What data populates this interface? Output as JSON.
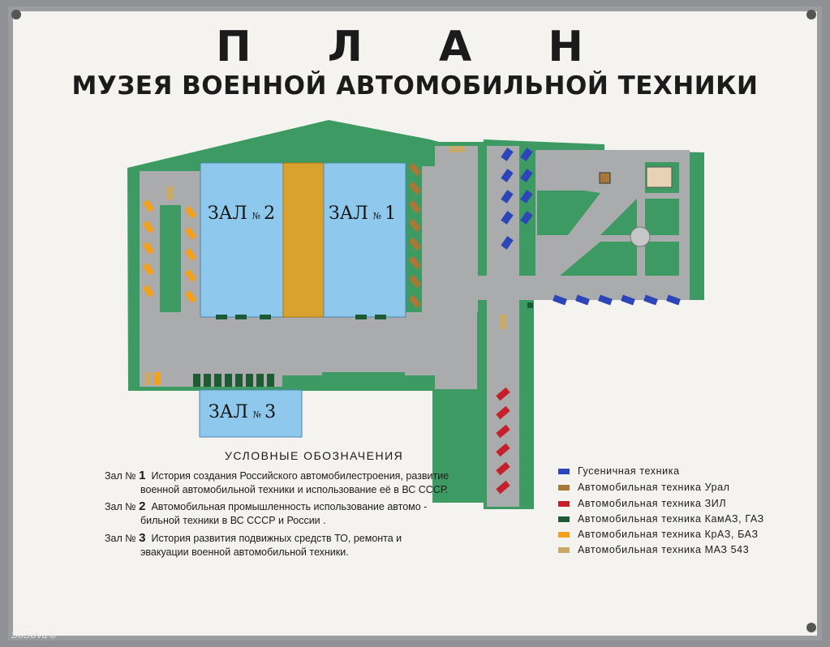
{
  "title": "П Л А Н",
  "subtitle": "МУЗЕЯ ВОЕННОЙ АВТОМОБИЛЬНОЙ ТЕХНИКИ",
  "halls": [
    {
      "label": "ЗАЛ",
      "num_sign": "№",
      "number": "2"
    },
    {
      "label": "ЗАЛ",
      "num_sign": "№",
      "number": "1"
    },
    {
      "label": "ЗАЛ",
      "num_sign": "№",
      "number": "3"
    }
  ],
  "legend": {
    "title": "УСЛОВНЫЕ ОБОЗНАЧЕНИЯ",
    "entries": [
      {
        "prefix": "Зал №",
        "number": "1",
        "line1": "История создания Российского автомобилестроения, развитие",
        "line2": "военной автомобильной техники и использование её в ВС СССР."
      },
      {
        "prefix": "Зал №",
        "number": "2",
        "line1": "Автомобильная промышленность использование автомо -",
        "line2": "бильной техники в ВС СССР и России ."
      },
      {
        "prefix": "Зал №",
        "number": "3",
        "line1": "История развития подвижных средств ТО, ремонта и",
        "line2": "эвакуации военной автомобильной техники."
      }
    ]
  },
  "vehicle_key": [
    {
      "label": "Гусеничная техника",
      "color": "#2c45b8"
    },
    {
      "label": "Автомобильная техника  Урал",
      "color": "#a8783a"
    },
    {
      "label": "Автомобильная техника  ЗИЛ",
      "color": "#c41f2a"
    },
    {
      "label": "Автомобильная техника  КамАЗ, ГАЗ",
      "color": "#1e5a34"
    },
    {
      "label": "Автомобильная техника  КрАЗ, БАЗ",
      "color": "#f2a11e"
    },
    {
      "label": "Автомобильная техника  МАЗ 543",
      "color": "#c9a96a"
    }
  ],
  "watermark": "SoSova©",
  "colors": {
    "grass": "#3d9a62",
    "road": "#a9abad",
    "hall": "#8ec8ec",
    "atrium": "#d9a22e",
    "board": "#f4f3ef"
  }
}
